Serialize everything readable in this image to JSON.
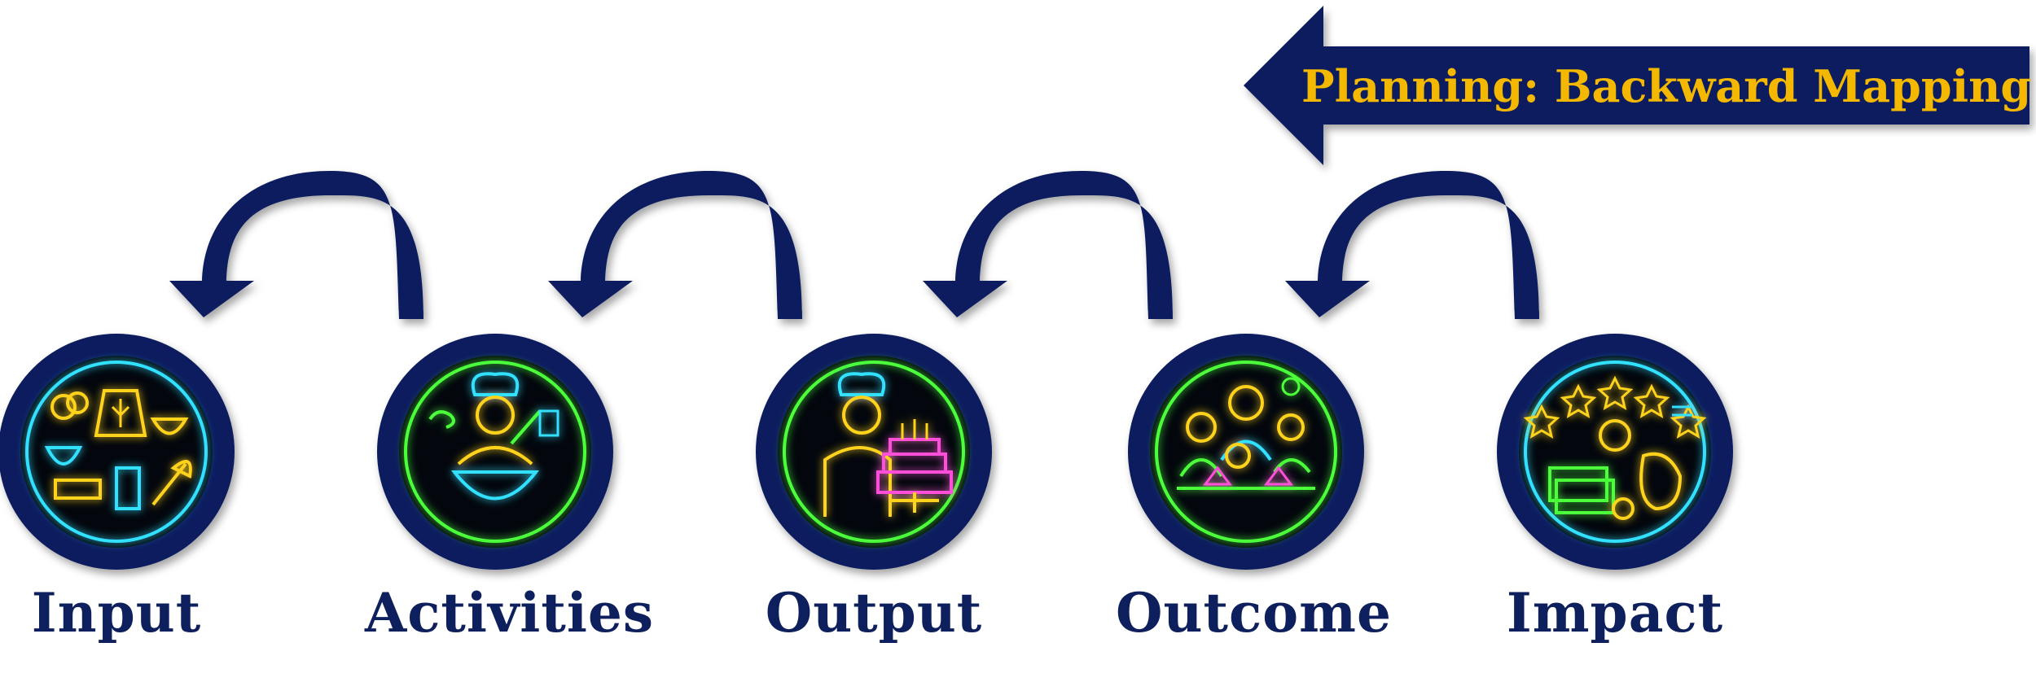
{
  "banner": {
    "text": "Planning: Backward Mapping",
    "arrow_color": "#0b1f5e",
    "text_color": "#f5b800",
    "direction": "right-to-left"
  },
  "stages": [
    {
      "label": "Input",
      "icon": "ingredients-icon",
      "ring_color": "#33e0ff"
    },
    {
      "label": "Activities",
      "icon": "chef-mixing-icon",
      "ring_color": "#4cff3a"
    },
    {
      "label": "Output",
      "icon": "chef-cake-icon",
      "ring_color": "#4cff3a"
    },
    {
      "label": "Outcome",
      "icon": "happy-family-icon",
      "ring_color": "#4cff3a"
    },
    {
      "label": "Impact",
      "icon": "chef-money-icon",
      "ring_color": "#33e0ff"
    }
  ],
  "colors": {
    "navy": "#0b1f5e",
    "label": "#0d1f5c",
    "disc_inner": "#03070d"
  }
}
